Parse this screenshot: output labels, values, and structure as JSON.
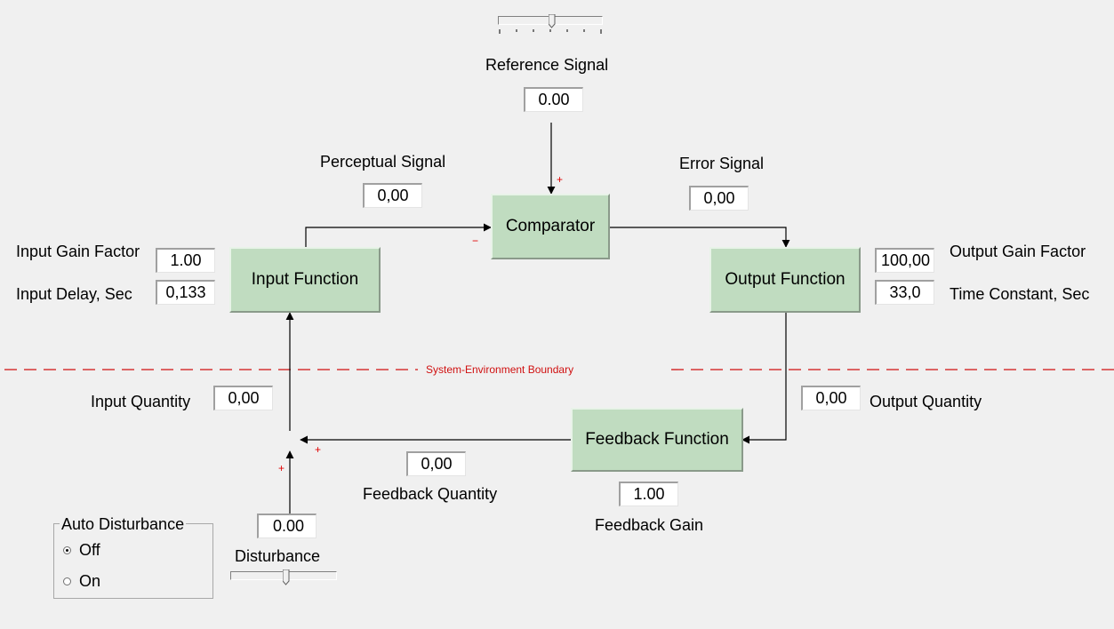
{
  "blocks": {
    "comparator": "Comparator",
    "input_function": "Input Function",
    "output_function": "Output Function",
    "feedback_function": "Feedback Function"
  },
  "reference": {
    "label": "Reference Signal",
    "value": "0.00"
  },
  "perceptual": {
    "label": "Perceptual Signal",
    "value": "0,00"
  },
  "error": {
    "label": "Error Signal",
    "value": "0,00"
  },
  "input_params": {
    "gain_label": "Input Gain Factor",
    "gain_value": "1.00",
    "delay_label": "Input Delay, Sec",
    "delay_value": "0,133"
  },
  "output_params": {
    "gain_label": "Output Gain Factor",
    "gain_value": "100,00",
    "time_label": "Time Constant, Sec",
    "time_value": "33,0"
  },
  "boundary_label": "System-Environment Boundary",
  "input_quantity": {
    "label": "Input Quantity",
    "value": "0,00"
  },
  "output_quantity": {
    "label": "Output Quantity",
    "value": "0,00"
  },
  "feedback_quantity": {
    "label": "Feedback Quantity",
    "value": "0,00"
  },
  "feedback_gain": {
    "label": "Feedback Gain",
    "value": "1.00"
  },
  "disturbance": {
    "label": "Disturbance",
    "value": "0.00"
  },
  "auto_disturbance": {
    "title": "Auto Disturbance",
    "options": [
      "Off",
      "On"
    ],
    "selected": "Off"
  },
  "signs": {
    "plus": "+",
    "minus": "−"
  },
  "colors": {
    "block_fill": "#c0dcc0",
    "accent_red": "#e00000",
    "background": "#f0f0f0"
  }
}
